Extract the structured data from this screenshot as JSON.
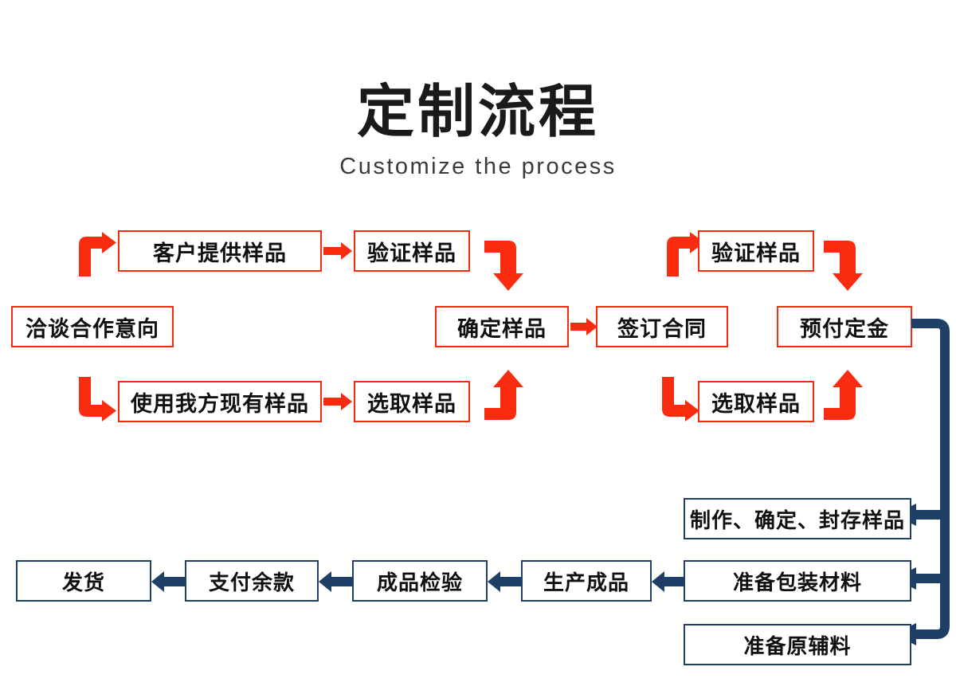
{
  "header": {
    "title_zh": "定制流程",
    "title_en": "Customize the process"
  },
  "colors": {
    "red": "#fa2c10",
    "navy": "#1e3f66",
    "text": "#101010",
    "background": "#ffffff"
  },
  "flow": {
    "stage_red": {
      "entry": {
        "label": "洽谈合作意向"
      },
      "branch_top": [
        {
          "label": "客户提供样品"
        },
        {
          "label": "验证样品"
        }
      ],
      "branch_bottom": [
        {
          "label": "使用我方现有样品"
        },
        {
          "label": "选取样品"
        }
      ],
      "merge": [
        {
          "label": "确定样品"
        },
        {
          "label": "签订合同"
        }
      ],
      "branch_top_2": [
        {
          "label": "验证样品"
        }
      ],
      "branch_bottom_2": [
        {
          "label": "选取样品"
        }
      ],
      "payment": {
        "label": "预付定金"
      }
    },
    "stage_navy": {
      "prep": [
        {
          "label": "制作、确定、封存样品"
        },
        {
          "label": "准备包装材料"
        },
        {
          "label": "准备原辅料"
        }
      ],
      "production": [
        {
          "label": "生产成品"
        },
        {
          "label": "成品检验"
        },
        {
          "label": "支付余款"
        },
        {
          "label": "发货"
        }
      ]
    }
  },
  "connectors": {
    "elbow_up_right_1": "elbow-up-right-arrow",
    "elbow_down_right_1": "elbow-down-right-arrow",
    "elbow_right_down_1": "elbow-right-down-arrow",
    "elbow_right_up_1": "elbow-right-up-arrow",
    "elbow_up_right_2": "elbow-up-right-arrow",
    "elbow_down_right_2": "elbow-down-right-arrow",
    "elbow_right_down_2": "elbow-right-down-arrow",
    "elbow_right_up_2": "elbow-right-up-arrow",
    "navy_bus": "navy-bus-connector"
  }
}
